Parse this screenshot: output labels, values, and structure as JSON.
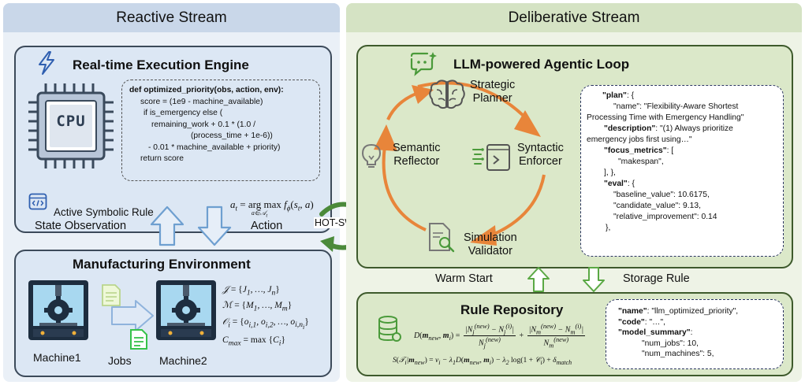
{
  "reactive": {
    "header": "Reactive Stream",
    "engine_title": "Real-time Execution Engine",
    "cpu_label": "CPU",
    "code_lines": [
      "def optimized_priority(obs, action, env):",
      "score = (1e9 - machine_available)",
      "if is_emergency else (",
      "remaining_work + 0.1 * (1.0 /",
      "(process_time + 1e-6))",
      "- 0.01 * machine_available + priority)",
      "return score"
    ],
    "active_rule": "Active Symbolic Rule",
    "state_observation": "State Observation",
    "action": "Action",
    "env_title": "Manufacturing Environment",
    "machine1": "Machine1",
    "jobs": "Jobs",
    "machine2": "Machine2"
  },
  "hotswap": "HOT-SWAP",
  "deliberative": {
    "header": "Deliberative Stream",
    "loop_title": "LLM-powered Agentic Loop",
    "strategic_planner": [
      "Strategic",
      "Planner"
    ],
    "semantic_reflector": [
      "Semantic",
      "Reflector"
    ],
    "syntactic_enforcer": [
      "Syntactic",
      "Enforcer"
    ],
    "simulation_validator": [
      "Simulation",
      "Validator"
    ],
    "json_lines": [
      {
        "k": "\"plan\"",
        "v": ": {"
      },
      {
        "k": "",
        "v": "\"name\": \"Flexibility-Aware Shortest"
      },
      {
        "k": "",
        "v": "Processing Time with Emergency Handling\""
      },
      {
        "k": "\"description\"",
        "v": ": \"(1) Always prioritize"
      },
      {
        "k": "",
        "v": "emergency jobs first using…\""
      },
      {
        "k": "\"focus_metrics\"",
        "v": ": ["
      },
      {
        "k": "",
        "v": "\"makespan\","
      },
      {
        "k": "",
        "v": "],      },"
      },
      {
        "k": "\"eval\"",
        "v": ": {"
      },
      {
        "k": "",
        "v": "\"baseline_value\": 10.6175,"
      },
      {
        "k": "",
        "v": "\"candidate_value\": 9.13,"
      },
      {
        "k": "",
        "v": "\"relative_improvement\": 0.14"
      },
      {
        "k": "",
        "v": "},"
      }
    ],
    "warm_start": "Warm Start",
    "storage_rule": "Storage Rule",
    "repo_title": "Rule Repository",
    "repo_json": [
      {
        "k": "\"name\"",
        "v": ": \"llm_optimized_priority\","
      },
      {
        "k": "\"code\"",
        "v": ": \"…\","
      },
      {
        "k": "\"model_summary\"",
        "v": ":"
      },
      {
        "k": "",
        "v": "\"num_jobs\": 10,"
      },
      {
        "k": "",
        "v": "\"num_machines\": 5,"
      }
    ]
  },
  "colors": {
    "accent_orange": "#e8853a",
    "reactive_header": "#c9d7e9",
    "deliberative_header": "#d5e3c4",
    "hotswap_green": "#4b8a3a"
  }
}
